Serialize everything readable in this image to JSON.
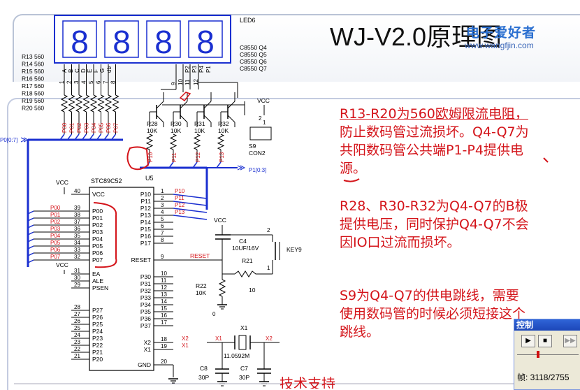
{
  "title": "WJ-V2.0原理图",
  "watermark": {
    "text": "电子爱好者",
    "url": "www.wangfjin.com"
  },
  "led": {
    "label": "LED6",
    "digits": [
      "8",
      "8",
      "8",
      "8"
    ],
    "pins": [
      "A",
      "B",
      "C",
      "D",
      "E",
      "F",
      "G",
      "db",
      "P2",
      "P3",
      "P4",
      "P1"
    ]
  },
  "transistor_labels": [
    "C8550 Q4",
    "C8550 Q5",
    "C8550 Q6",
    "C8550 Q7"
  ],
  "resistors_r": [
    "R13 560",
    "R14 560",
    "R15 560",
    "R16 560",
    "R17 560",
    "R18 560",
    "R19 560",
    "R20 560"
  ],
  "seg_pin_numbers": [
    "1",
    "2",
    "3",
    "4",
    "5",
    "6",
    "7",
    "8"
  ],
  "digit_pin_numbers": [
    "9",
    "10",
    "11",
    "12"
  ],
  "p0_bus_labels": [
    "P00",
    "P01",
    "P02",
    "P03",
    "P04",
    "P05",
    "P06",
    "P07"
  ],
  "bus_name_p0": "P0[0:7]",
  "bus_name_p1": "P1[0:3]",
  "base_resistors": [
    {
      "name": "R28",
      "value": "10K"
    },
    {
      "name": "R30",
      "value": "10K"
    },
    {
      "name": "R31",
      "value": "10K"
    },
    {
      "name": "R32",
      "value": "10K"
    }
  ],
  "p1_labels": [
    "P10",
    "P11",
    "P12",
    "P13"
  ],
  "vcc": "VCC",
  "jumper": {
    "name": "S9",
    "part": "CON2",
    "pins": [
      "1",
      "2"
    ]
  },
  "mcu": {
    "ref": "U5",
    "part": "STC89C52",
    "left_pins": [
      {
        "num": "40",
        "name": "VCC"
      },
      {
        "num": "39",
        "name": "P00"
      },
      {
        "num": "38",
        "name": "P01"
      },
      {
        "num": "37",
        "name": "P02"
      },
      {
        "num": "36",
        "name": "P03"
      },
      {
        "num": "35",
        "name": "P04"
      },
      {
        "num": "34",
        "name": "P05"
      },
      {
        "num": "33",
        "name": "P06"
      },
      {
        "num": "32",
        "name": "P07"
      },
      {
        "num": "31",
        "name": "EA"
      },
      {
        "num": "30",
        "name": "ALE"
      },
      {
        "num": "29",
        "name": "PSEN"
      },
      {
        "num": "28",
        "name": "P27"
      },
      {
        "num": "27",
        "name": "P26"
      },
      {
        "num": "26",
        "name": "P25"
      },
      {
        "num": "25",
        "name": "P24"
      },
      {
        "num": "24",
        "name": "P23"
      },
      {
        "num": "23",
        "name": "P22"
      },
      {
        "num": "22",
        "name": "P21"
      },
      {
        "num": "21",
        "name": "P20"
      }
    ],
    "right_pins": [
      {
        "num": "1",
        "name": "P10"
      },
      {
        "num": "2",
        "name": "P11"
      },
      {
        "num": "3",
        "name": "P12"
      },
      {
        "num": "4",
        "name": "P13"
      },
      {
        "num": "5",
        "name": "P14"
      },
      {
        "num": "6",
        "name": "P15"
      },
      {
        "num": "7",
        "name": "P16"
      },
      {
        "num": "8",
        "name": "P17"
      },
      {
        "num": "9",
        "name": "RESET"
      },
      {
        "num": "10",
        "name": "P30"
      },
      {
        "num": "11",
        "name": "P31"
      },
      {
        "num": "12",
        "name": "P32"
      },
      {
        "num": "13",
        "name": "P33"
      },
      {
        "num": "14",
        "name": "P34"
      },
      {
        "num": "15",
        "name": "P35"
      },
      {
        "num": "16",
        "name": "P36"
      },
      {
        "num": "17",
        "name": "P37"
      },
      {
        "num": "18",
        "name": "X2"
      },
      {
        "num": "19",
        "name": "X1"
      },
      {
        "num": "20",
        "name": "GND"
      }
    ],
    "left_net_labels": [
      "P00",
      "P01",
      "P02",
      "P03",
      "P04",
      "P05",
      "P06",
      "P07"
    ],
    "right_net_labels": [
      "P10",
      "P11",
      "P12",
      "P13"
    ],
    "vcc_top": "VCC",
    "vcc_ea": "VCC",
    "x2_label": "X2",
    "x1_label": "X1"
  },
  "reset_circuit": {
    "cap": "C4",
    "cap_value": "10UF/16V",
    "key": "KEY9",
    "r21": "R21",
    "r21_value": "10",
    "r22": "R22",
    "r22_value": "10K",
    "net": "RESET",
    "gnd": "0",
    "key_pins": [
      "2",
      "1"
    ]
  },
  "crystal": {
    "ref": "X1",
    "freq": "11.0592M",
    "c8": "C8",
    "c8v": "30P",
    "c7": "C7",
    "c7v": "30P",
    "x1": "X1",
    "x2": "X2"
  },
  "notes": [
    {
      "lines": [
        "R13-R20为560欧姆限流电阻，",
        "防止数码管过流损坏。Q4-Q7为",
        "共阳数码管公共端P1-P4提供电",
        "源。"
      ]
    },
    {
      "lines": [
        "R28、R30-R32为Q4-Q7的B极",
        "提供电压，同时保护Q4-Q7不会",
        "因IO口过流而损坏。"
      ]
    },
    {
      "lines": [
        "S9为Q4-Q7的供电跳线，需要",
        "使用数码管的时候必须短接这个",
        "跳线。"
      ]
    }
  ],
  "bottom_text": "技术支持",
  "control_panel": {
    "title": "控制",
    "frame": "帧: 3118/2755"
  },
  "accent": "#1a2fd0",
  "annot_color": "#d4141a"
}
